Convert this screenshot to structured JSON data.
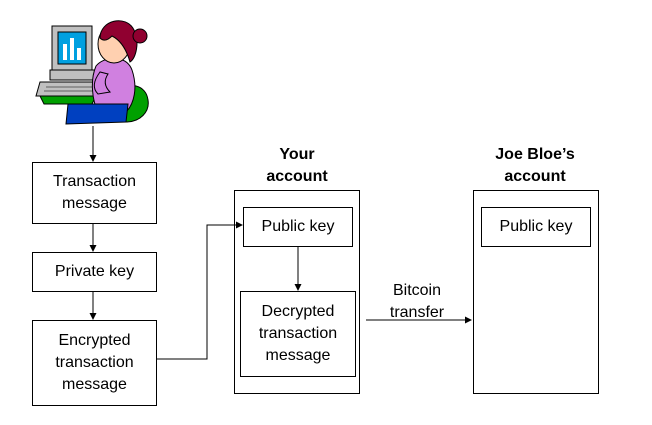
{
  "boxes": {
    "transaction_message": "Transaction\nmessage",
    "private_key": "Private key",
    "encrypted_message": "Encrypted\ntransaction\nmessage",
    "your_public_key": "Public key",
    "decrypted_message": "Decrypted\ntransaction\nmessage",
    "joe_public_key": "Public key"
  },
  "accounts": {
    "yours": "Your\naccount",
    "joe": "Joe Bloe’s\naccount"
  },
  "transfer_label": "Bitcoin\ntransfer",
  "icons": {
    "user": "person-at-computer-icon"
  }
}
